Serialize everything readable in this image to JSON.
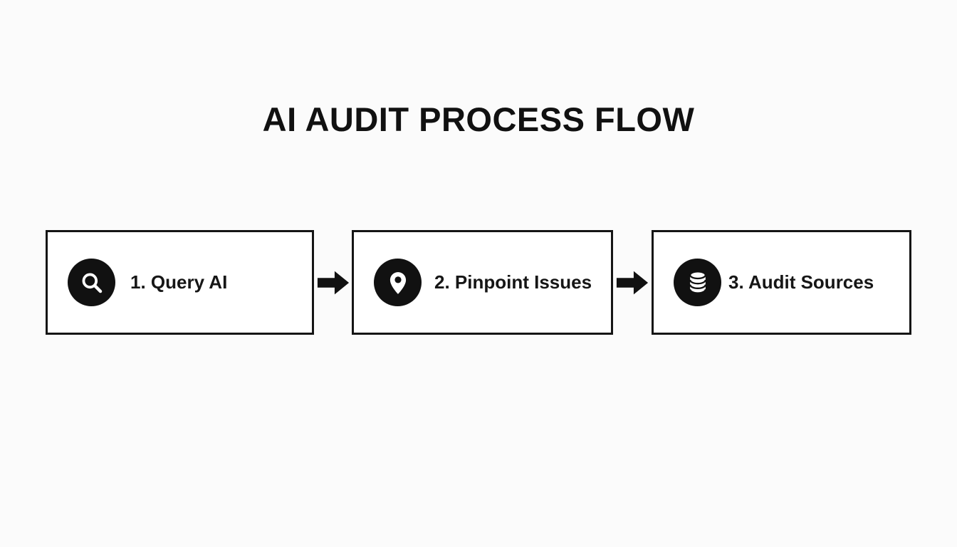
{
  "title": "AI AUDIT PROCESS FLOW",
  "steps": [
    {
      "label": "1. Query AI",
      "icon": "magnifier"
    },
    {
      "label": "2. Pinpoint Issues",
      "icon": "location-pin"
    },
    {
      "label": "3. Audit Sources",
      "icon": "database"
    }
  ],
  "connectors": [
    {
      "type": "arrow-right"
    },
    {
      "type": "arrow-right"
    }
  ],
  "colors": {
    "background": "#fbfbfb",
    "box_background": "#ffffff",
    "box_border": "#151515",
    "icon_background": "#111111",
    "icon_glyph": "#ffffff",
    "text": "#161616"
  }
}
